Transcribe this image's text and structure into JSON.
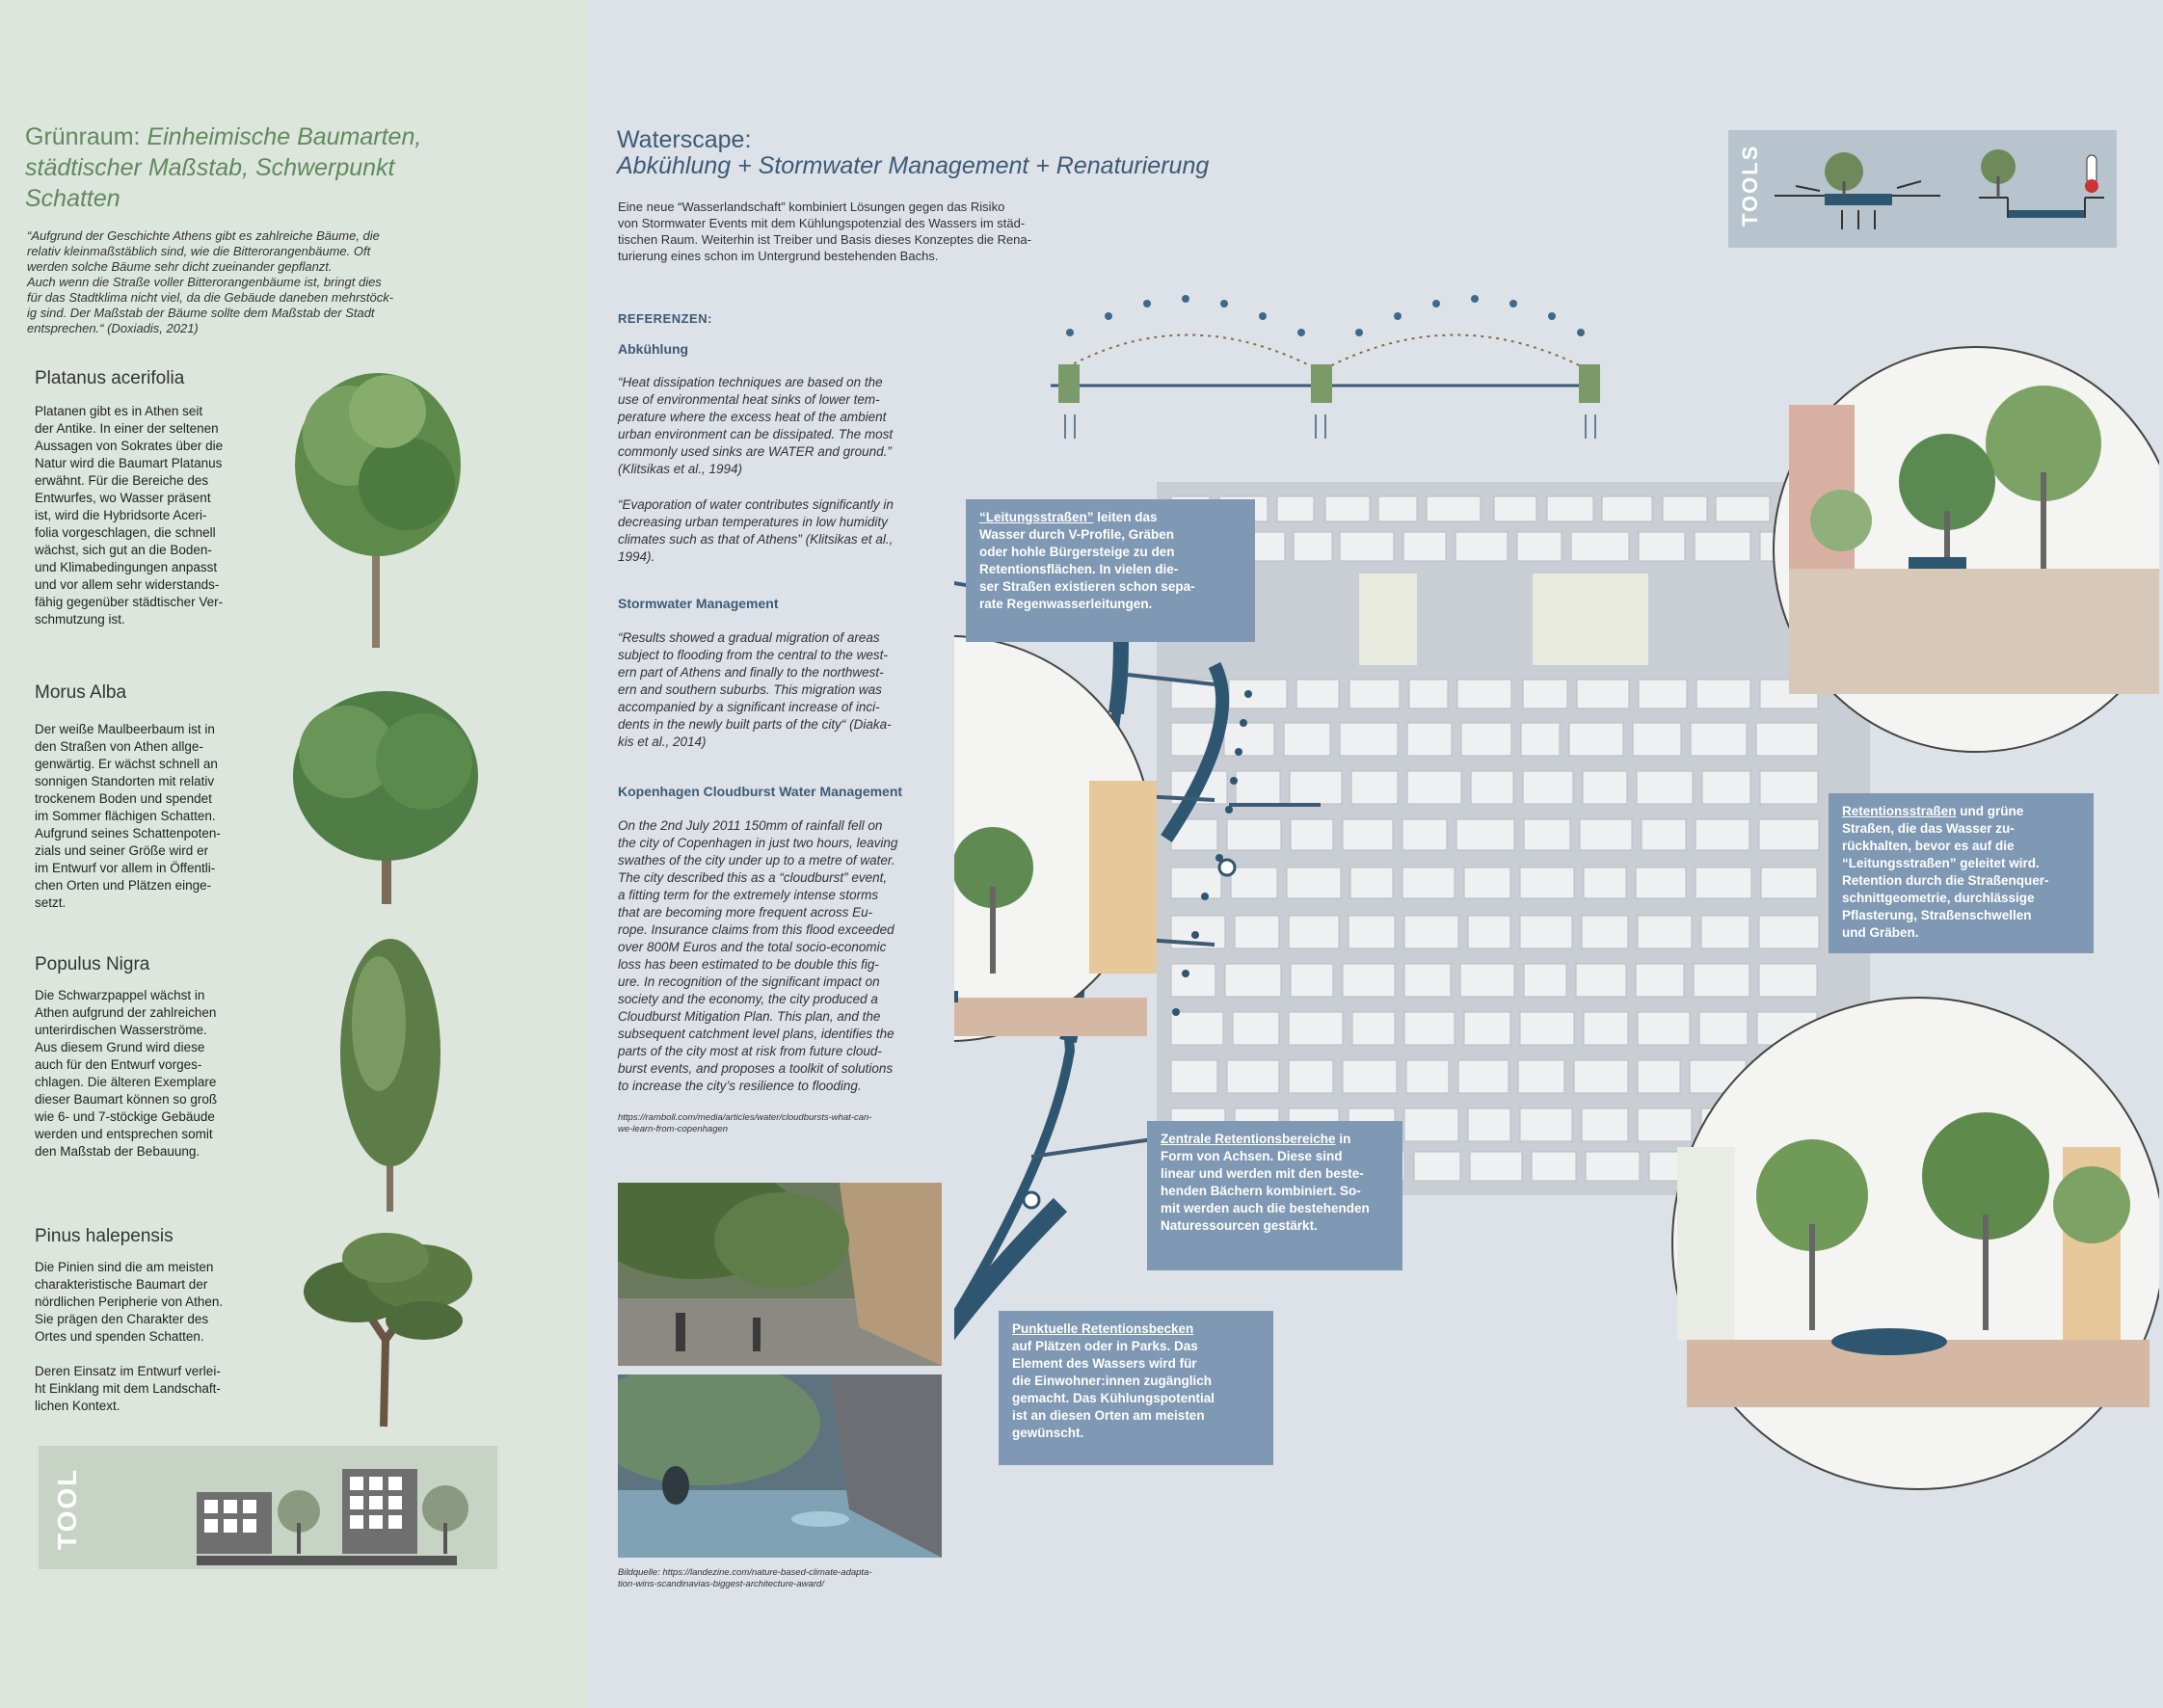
{
  "left": {
    "title_prefix": "Grünraum: ",
    "title_italic": "Einheimische Baumarten, städtischer Maßstab, Schwerpunkt Schatten",
    "quote": "“Aufgrund der Geschichte Athens gibt es zahlreiche Bäume, die\nrelativ kleinmaßstäblich sind, wie die Bitterorangenbäume. Oft\nwerden solche Bäume sehr dicht zueinander gepflanzt.\nAuch wenn die Straße voller Bitterorangenbäume ist, bringt dies\nfür das Stadtklima nicht viel, da die Gebäude daneben mehrstöck-\nig sind. Der Maßstab der Bäume sollte dem Maßstab der Stadt\nentsprechen.“ (Doxiadis, 2021)",
    "trees": [
      {
        "name": "Platanus acerifolia",
        "text": "Platanen gibt es in Athen seit\nder Antike. In einer der seltenen\nAussagen von Sokrates über die\nNatur wird die Baumart Platanus\nerwähnt. Für die Bereiche des\nEntwurfes, wo Wasser präsent\nist, wird die Hybridsorte Aceri-\nfolia vorgeschlagen, die schnell\nwächst, sich gut an die Boden-\nund Klimabedingungen anpasst\nund vor allem sehr widerstands-\nfähig gegenüber städtischer Ver-\nschmutzung ist."
      },
      {
        "name": "Morus Alba",
        "text": "Der weiße Maulbeerbaum ist in\nden Straßen von Athen allge-\ngenwärtig.  Er wächst schnell an\nsonnigen Standorten mit relativ\ntrockenem Boden und spendet\nim Sommer flächigen Schatten.\nAufgrund seines Schattenpoten-\nzials und seiner Größe wird er\nim Entwurf vor allem in Öffentli-\nchen Orten und Plätzen einge-\nsetzt."
      },
      {
        "name": "Populus Nigra",
        "text": "Die Schwarzpappel wächst in\nAthen aufgrund der zahlreichen\nunterirdischen Wasserströme.\nAus diesem Grund wird diese\nauch für den Entwurf vorges-\nchlagen. Die älteren Exemplare\ndieser Baumart können so groß\nwie 6- und 7-stöckige Gebäude\nwerden und entsprechen somit\nden Maßstab der Bebauung."
      },
      {
        "name": "Pinus halepensis",
        "text": "Die Pinien sind die am meisten\ncharakteristische Baumart der\nnördlichen Peripherie von Athen.\nSie prägen den Charakter des\nOrtes und spenden Schatten.\n\nDeren Einsatz im Entwurf verlei-\nht Einklang mit dem Landschaft-\nlichen Kontext."
      }
    ],
    "tool_label": "TOOL"
  },
  "right": {
    "title": "Waterscape:",
    "subtitle": "Abkühlung + Stormwater Management + Renaturierung",
    "intro": "Eine neue “Wasserlandschaft” kombiniert Lösungen gegen das Risiko\nvon Stormwater Events mit dem Kühlungspotenzial des Wassers im städ-\ntischen Raum. Weiterhin ist Treiber und Basis dieses Konzeptes die Rena-\nturierung eines schon im Untergrund bestehenden Bachs.",
    "references_heading": "REFERENZEN:",
    "ref1_title": "Abkühlung",
    "ref1_quote1": "“Heat dissipation techniques are based on the\nuse of environmental heat sinks of lower tem-\nperature where the excess heat of the ambient\nurban environment can be dissipated. The most\ncommonly used sinks are WATER and ground.”\n(Klitsikas et al., 1994)",
    "ref1_quote2": "“Evaporation of water contributes significantly in\ndecreasing urban temperatures in low humidity\nclimates such as that of Athens” (Klitsikas et al.,\n1994).",
    "ref2_title": "Stormwater Management",
    "ref2_quote": "“Results showed a gradual migration of areas\nsubject to flooding from the central to the west-\nern part of Athens and finally to the northwest-\nern and southern suburbs. This migration was\naccompanied by a significant increase of inci-\ndents in the newly built parts of the city“ (Diaka-\nkis et al., 2014)",
    "ref3_title": "Kopenhagen Cloudburst Water Management",
    "ref3_text": "On the 2nd July 2011 150mm of rainfall fell on\nthe city of Copenhagen in just two hours, leaving\nswathes of the city under up to a metre of water.\nThe city described this as a “cloudburst” event,\na fitting term for the extremely intense storms\nthat are becoming more frequent across Eu-\nrope. Insurance claims from this flood exceeded\nover 800M Euros and the total socio-economic\nloss has been estimated to be double this fig-\nure. In recognition of the significant impact on\nsociety and the economy, the city produced a\nCloudburst Mitigation Plan. This plan, and the\nsubsequent catchment level plans, identifies the\nparts of the city most at risk from future cloud-\nburst events, and proposes a toolkit of solutions\nto increase the city’s resilience to flooding.",
    "ref3_url": "https://ramboll.com/media/articles/water/cloudbursts-what-can-\nwe-learn-from-copenhagen",
    "photo_credit": "Bildquelle: https://landezine.com/nature-based-climate-adapta-\ntion-wins-scandinavias-biggest-architecture-award/",
    "tools_label": "TOOLS",
    "callouts": {
      "leitung_link": "“Leitungsstraßen”",
      "leitung_rest": " leiten das\nWasser durch V-Profile, Gräben\noder hohle Bürgersteige zu den\nRetentionsflächen. In vielen die-\nser Straßen existieren schon sepa-\nrate Regenwasserleitungen.",
      "retention_link": "Retentionsstraßen",
      "retention_rest": " und grüne\nStraßen, die das Wasser zu-\nrückhalten, bevor es auf die\n“Leitungsstraßen” geleitet wird.\nRetention durch die Straßenquer-\nschnittgeometrie, durchlässige\nPflasterung, Straßenschwellen\nund Gräben.",
      "zentral_link": "Zentrale Retentionsbereiche",
      "zentral_rest": " in\nForm von Achsen. Diese sind\nlinear und werden mit den beste-\nhenden Bächern kombiniert. So-\nmit werden auch die bestehenden\nNaturessourcen gestärkt.",
      "punkt_link": "Punktuelle Retentionsbecken",
      "punkt_rest": "\nauf Plätzen oder in Parks. Das\nElement des Wassers wird für\ndie Einwohner:innen zugänglich\ngemacht. Das Kühlungspotential\nist an diesen Orten am meisten\ngewünscht."
    }
  },
  "colors": {
    "left_bg": "#dde6dc",
    "right_bg": "#dce2e7",
    "green_title": "#5f8a5c",
    "blue_title": "#3d5a77",
    "callout": "#7f98b3",
    "water": "#2f5670"
  },
  "icons": [
    "tree-icon",
    "building-icon",
    "rain-drop-icon",
    "thermometer-icon",
    "arrow-icon"
  ]
}
